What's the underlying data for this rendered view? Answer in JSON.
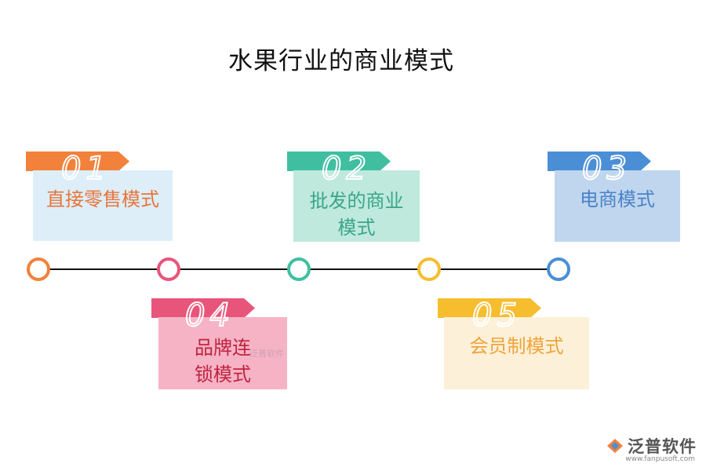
{
  "title": "水果行业的商业模式",
  "items": [
    {
      "num": "01",
      "label": "直接零售模式",
      "tag_color": "#f2813b",
      "card_bg": "#ddeef9",
      "text_color": "#e8743a"
    },
    {
      "num": "02",
      "label": "批发的商业模式",
      "tag_color": "#3fbfa0",
      "card_bg": "#bfe9dd",
      "text_color": "#3aa588"
    },
    {
      "num": "03",
      "label": "电商模式",
      "tag_color": "#4a8fd6",
      "card_bg": "#c0d6ee",
      "text_color": "#4a82c8"
    },
    {
      "num": "04",
      "label": "品牌连锁模式",
      "tag_color": "#e8557a",
      "card_bg": "#f6b3c6",
      "text_color": "#c0233f"
    },
    {
      "num": "05",
      "label": "会员制模式",
      "tag_color": "#f6bd2f",
      "card_bg": "#fdf0d9",
      "text_color": "#f0a43a"
    }
  ],
  "timeline_node_colors": [
    "#f2813b",
    "#e8557a",
    "#3fbfa0",
    "#f6bd2f",
    "#4a8fd6"
  ],
  "watermark": "泛普软件",
  "brand": {
    "name": "泛普软件",
    "url": "www.fanpusoft.com",
    "icon": "fanpu-logo-icon"
  }
}
